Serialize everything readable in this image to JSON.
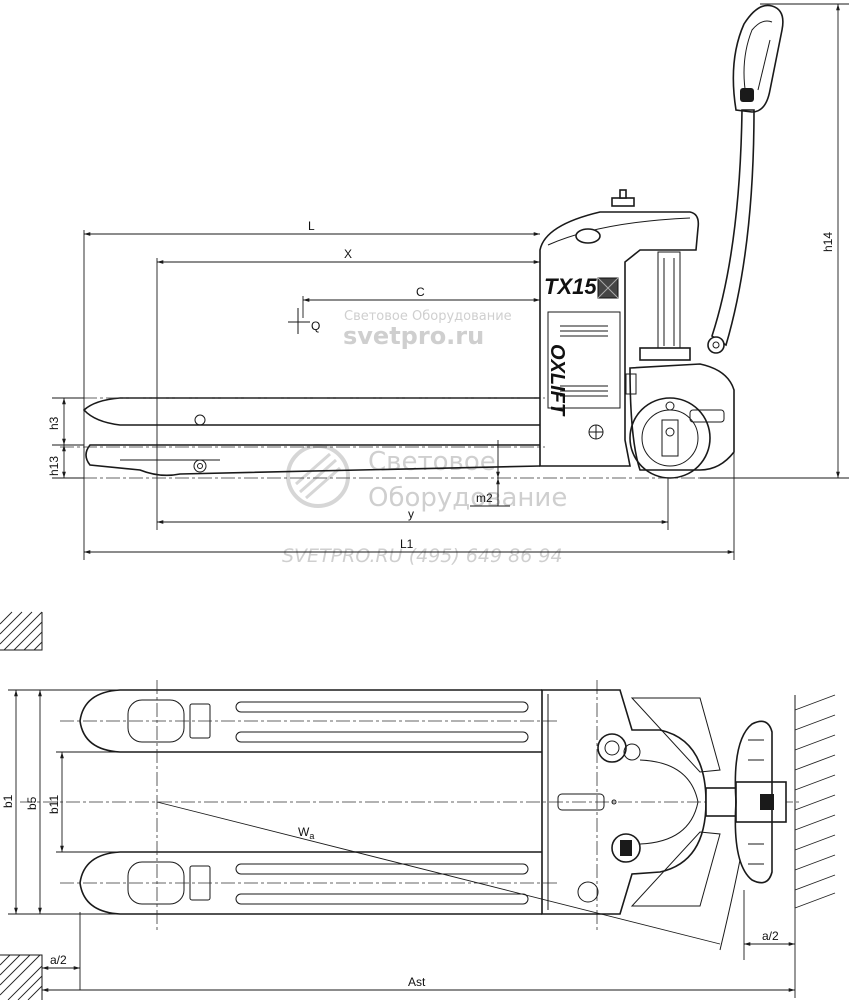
{
  "side_view": {
    "model_label": "TX15",
    "brand_label": "OXLIFT",
    "dimensions": {
      "L": "L",
      "X": "X",
      "C": "C",
      "Q": "Q",
      "h3": "h3",
      "h13": "h13",
      "h14": "h14",
      "m2": "m2",
      "y": "y",
      "L1": "L1"
    }
  },
  "top_view": {
    "dimensions": {
      "b1": "b1",
      "b5": "b5",
      "b11": "b11",
      "Wa": "Wa",
      "a_half_left": "a/2",
      "a_half_right": "a/2",
      "Ast": "Ast"
    }
  },
  "watermarks": {
    "line1": "Световое Оборудование",
    "line2": "svetpro.ru",
    "line3": "Световое",
    "line4": "Оборудование",
    "line5": "SVETPRO.RU (495) 649 86 94"
  }
}
